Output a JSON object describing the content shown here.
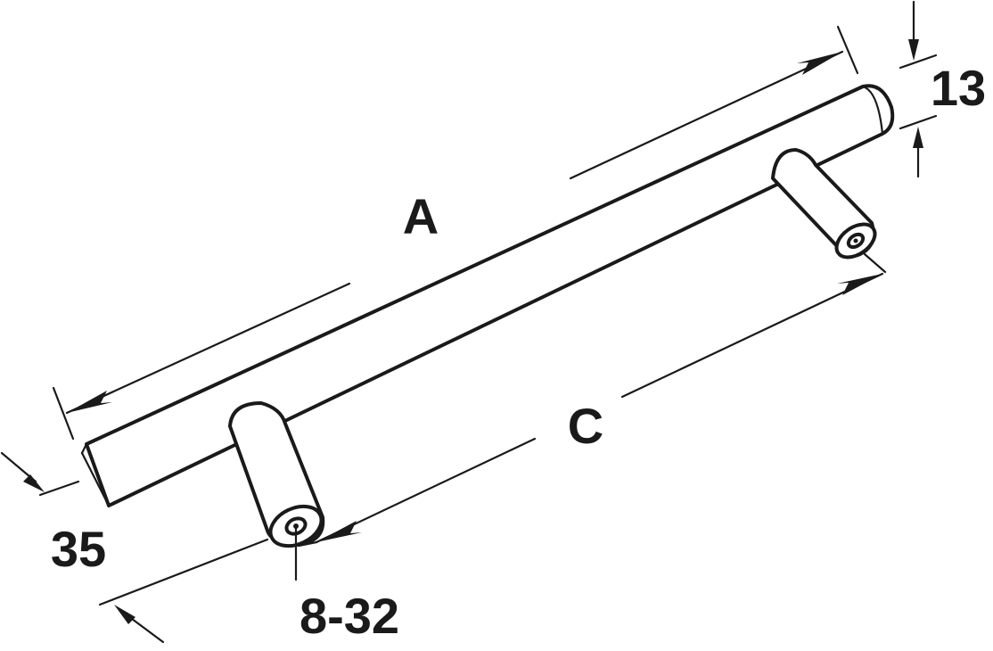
{
  "labels": {
    "length": "A",
    "center_distance": "C",
    "diameter": "13",
    "height": "35",
    "thread": "8-32"
  },
  "colors": {
    "ink": "#1a1a1a",
    "background": "#ffffff"
  }
}
